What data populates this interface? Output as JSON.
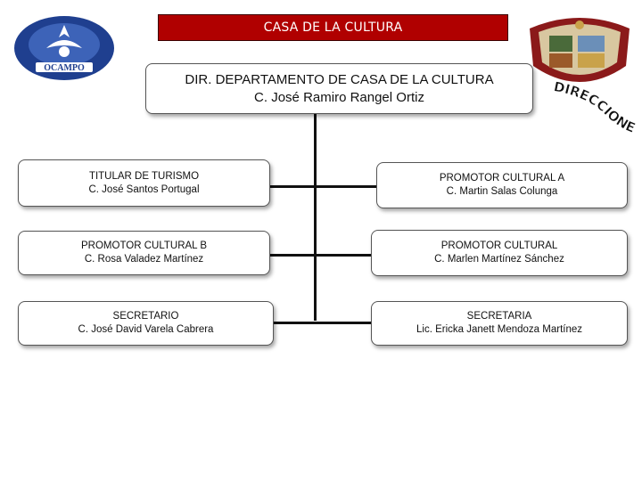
{
  "title": "CASA DE LA CULTURA",
  "logo": {
    "text": "OCAMPO"
  },
  "emblem": {
    "name": "municipal-coat-of-arms",
    "word": "DIRECCIONES"
  },
  "director": {
    "role": "DIR. DEPARTAMENTO DE CASA DE LA CULTURA",
    "name": "C. José Ramiro Rangel Ortiz"
  },
  "left_column": [
    {
      "role": "TITULAR DE TURISMO",
      "name": "C.  José Santos Portugal"
    },
    {
      "role": "PROMOTOR CULTURAL B",
      "name": "C.  Rosa Valadez Martínez"
    },
    {
      "role": "SECRETARIO",
      "name": "C.  José David Varela Cabrera"
    }
  ],
  "right_column": [
    {
      "role": "PROMOTOR CULTURAL  A",
      "name": "C.   Martin Salas Colunga"
    },
    {
      "role": "PROMOTOR CULTURAL",
      "name": "C.  Marlen Martínez Sánchez"
    },
    {
      "role": "SECRETARIA",
      "name": "Lic. Ericka  Janett Mendoza Martínez"
    }
  ],
  "colors": {
    "title_bar": "#b00000",
    "logo_blue": "#1f3f8f",
    "emblem_red": "#8b1a1a",
    "connector": "#111111"
  }
}
